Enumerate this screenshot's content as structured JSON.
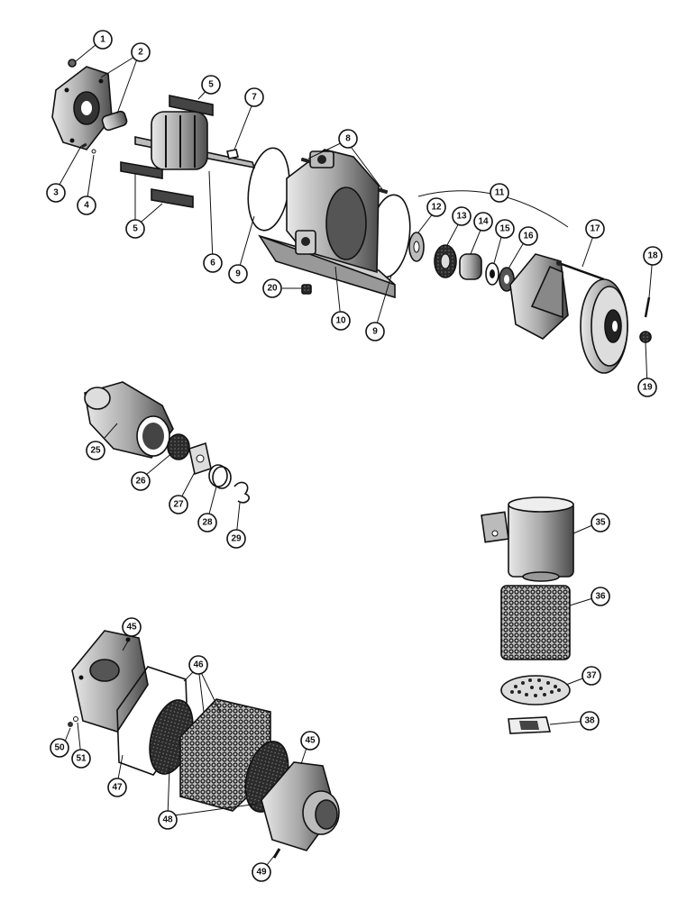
{
  "diagram": {
    "type": "exploded-parts-view",
    "colors": {
      "ink": "#111111",
      "shade_dark": "#555555",
      "shade_mid": "#9a9a9a",
      "shade_light": "#d6d6d6",
      "paper": "#ffffff"
    },
    "callouts": [
      "1",
      "2",
      "3",
      "4",
      "5",
      "6",
      "7",
      "8",
      "9",
      "10",
      "11",
      "12",
      "13",
      "14",
      "15",
      "16",
      "17",
      "18",
      "19",
      "20",
      "25",
      "26",
      "27",
      "28",
      "29",
      "35",
      "36",
      "37",
      "38",
      "45",
      "46",
      "47",
      "48",
      "49",
      "50",
      "51"
    ]
  }
}
